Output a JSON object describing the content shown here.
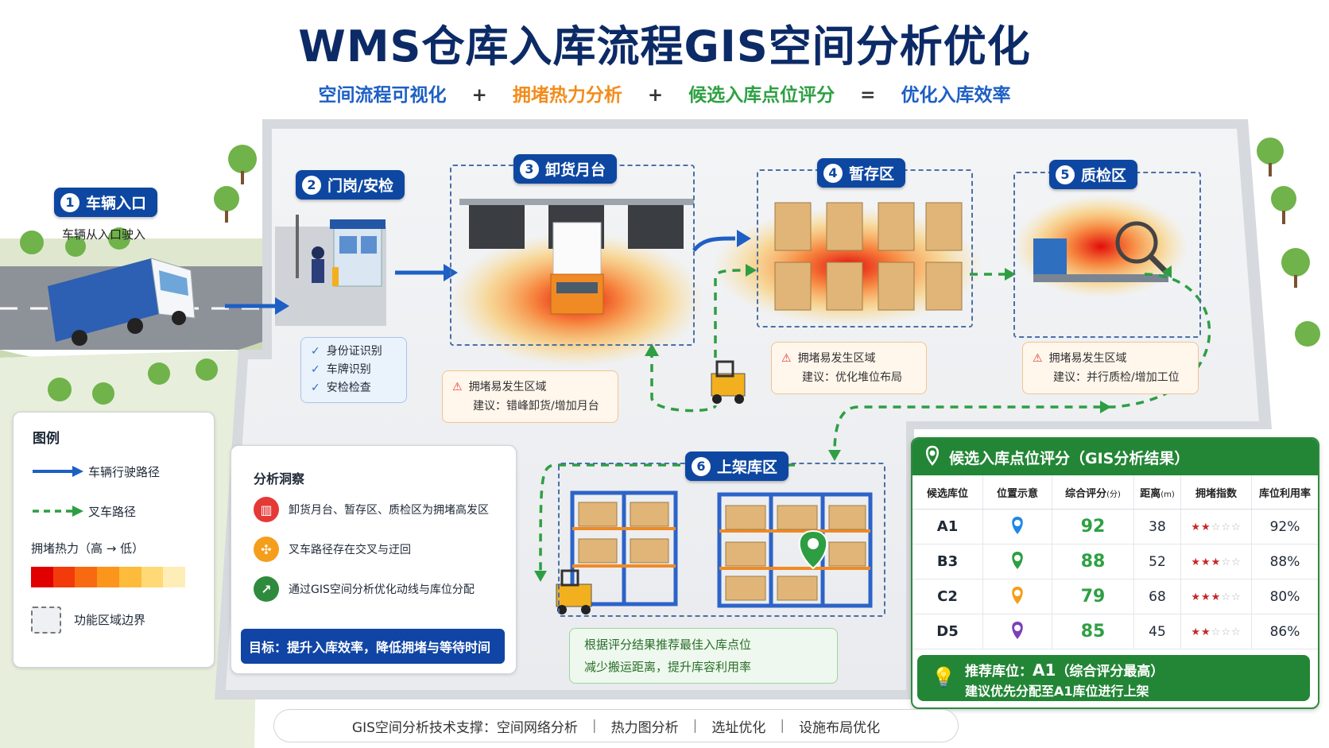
{
  "title": "WMS仓库入库流程GIS空间分析优化",
  "formula": {
    "part1": "空间流程可视化",
    "op1": "+",
    "part2": "拥堵热力分析",
    "op2": "+",
    "part3": "候选入库点位评分",
    "op3": "=",
    "result": "优化入库效率"
  },
  "stages": {
    "s1": {
      "num": "1",
      "label": "车辆入口",
      "desc": "车辆从入口驶入"
    },
    "s2": {
      "num": "2",
      "label": "门岗/安检",
      "checks": [
        "身份证识别",
        "车牌识别",
        "安检检查"
      ]
    },
    "s3": {
      "num": "3",
      "label": "卸货月台"
    },
    "s4": {
      "num": "4",
      "label": "暂存区"
    },
    "s5": {
      "num": "5",
      "label": "质检区"
    },
    "s6": {
      "num": "6",
      "label": "上架库区"
    }
  },
  "warnings": {
    "w3": {
      "line1": "拥堵易发生区域",
      "line2": "建议：错峰卸货/增加月台"
    },
    "w4": {
      "line1": "拥堵易发生区域",
      "line2": "建议：优化堆位布局"
    },
    "w5": {
      "line1": "拥堵易发生区域",
      "line2": "建议：并行质检/增加工位"
    }
  },
  "legend": {
    "title": "图例",
    "vehicle_path": "车辆行驶路径",
    "forklift_path": "叉车路径",
    "heat_label": "拥堵热力（高 → 低）",
    "heat_colors": [
      "#e00000",
      "#f23a0a",
      "#f86a12",
      "#fb951c",
      "#fdbb3c",
      "#fed976",
      "#ffedb8"
    ],
    "boundary": "功能区域边界"
  },
  "insights": {
    "title": "分析洞察",
    "items": [
      {
        "text": "卸货月台、暂存区、质检区为拥堵高发区",
        "color": "#e53935",
        "icon": "chart-icon"
      },
      {
        "text": "叉车路径存在交叉与迂回",
        "color": "#f59e1b",
        "icon": "cross-path-icon"
      },
      {
        "text": "通过GIS空间分析优化动线与库位分配",
        "color": "#2e8b3d",
        "icon": "optimize-icon"
      }
    ],
    "goal": "目标：提升入库效率，降低拥堵与等待时间"
  },
  "recommend_note": {
    "line1": "根据评分结果推荐最佳入库点位",
    "line2": "减少搬运距离，提升库容利用率"
  },
  "score_panel": {
    "title": "候选入库点位评分（GIS分析结果）",
    "headers": {
      "id": "候选库位",
      "pos": "位置示意",
      "score": "综合评分",
      "score_unit": "(分)",
      "dist": "距离",
      "dist_unit": "(m)",
      "jam": "拥堵指数",
      "util": "库位利用率"
    },
    "rows": [
      {
        "id": "A1",
        "pin_color": "#1e88e5",
        "score": "92",
        "dist": "38",
        "stars": 2,
        "util": "92%"
      },
      {
        "id": "B3",
        "pin_color": "#2e9e43",
        "score": "88",
        "dist": "52",
        "stars": 3,
        "util": "88%"
      },
      {
        "id": "C2",
        "pin_color": "#f59e1b",
        "score": "79",
        "dist": "68",
        "stars": 3,
        "util": "80%"
      },
      {
        "id": "D5",
        "pin_color": "#7b3fb8",
        "score": "85",
        "dist": "45",
        "stars": 2,
        "util": "86%"
      }
    ],
    "recommend_line1_prefix": "推荐库位：",
    "recommend_id": "A1",
    "recommend_line1_suffix": "（综合评分最高）",
    "recommend_line2": "建议优先分配至A1库位进行上架"
  },
  "footer": {
    "prefix": "GIS空间分析技术支撑：",
    "items": [
      "空间网络分析",
      "热力图分析",
      "选址优化",
      "设施布局优化"
    ],
    "sep": "|"
  }
}
